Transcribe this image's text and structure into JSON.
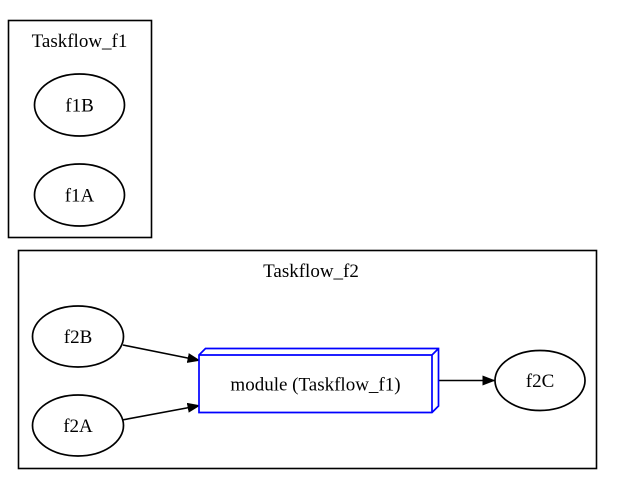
{
  "diagram": {
    "type": "graphviz-taskflow-graph",
    "background_color": "#ffffff",
    "colors": {
      "default_stroke": "#000000",
      "module_stroke": "#0000ff",
      "text": "#000000",
      "node_fill": "#ffffff"
    },
    "clusters": [
      {
        "id": "cluster_f1",
        "label": "Taskflow_f1"
      },
      {
        "id": "cluster_f2",
        "label": "Taskflow_f2"
      }
    ],
    "nodes": [
      {
        "id": "f1B",
        "label": "f1B",
        "shape": "ellipse",
        "cluster": "Taskflow_f1"
      },
      {
        "id": "f1A",
        "label": "f1A",
        "shape": "ellipse",
        "cluster": "Taskflow_f1"
      },
      {
        "id": "f2B",
        "label": "f2B",
        "shape": "ellipse",
        "cluster": "Taskflow_f2"
      },
      {
        "id": "f2A",
        "label": "f2A",
        "shape": "ellipse",
        "cluster": "Taskflow_f2"
      },
      {
        "id": "module",
        "label": "module (Taskflow_f1)",
        "shape": "box3d",
        "cluster": "Taskflow_f2"
      },
      {
        "id": "f2C",
        "label": "f2C",
        "shape": "ellipse",
        "cluster": "Taskflow_f2"
      }
    ],
    "edges": [
      {
        "from": "f2B",
        "to": "module",
        "arrowhead": "normal"
      },
      {
        "from": "f2A",
        "to": "module",
        "arrowhead": "normal"
      },
      {
        "from": "module",
        "to": "f2C",
        "arrowhead": "normal"
      }
    ]
  }
}
